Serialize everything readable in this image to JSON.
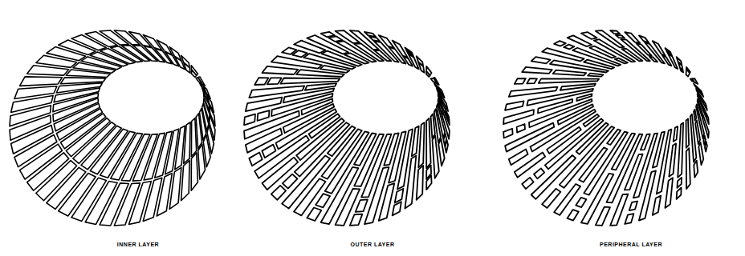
{
  "diagram": {
    "labels": [
      "INNER LAYER",
      "OUTER LAYER",
      "PERIPHERAL LAYER"
    ]
  }
}
